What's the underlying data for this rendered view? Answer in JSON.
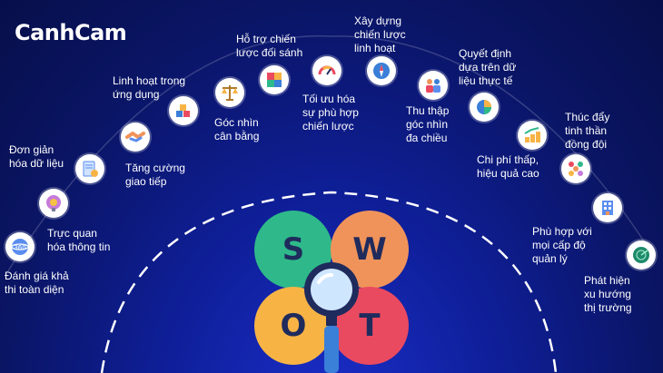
{
  "brand": {
    "logo": "CanhCam"
  },
  "swot": {
    "s": "S",
    "w": "W",
    "o": "O",
    "t": "T"
  },
  "colors": {
    "s": "#2fb98a",
    "w": "#f0935a",
    "o": "#f7b445",
    "t": "#ea4a5f",
    "magnifier_handle": "#3a7fd8"
  },
  "items": [
    {
      "icon": "globe-360-icon",
      "lines": [
        "Đánh giá khả",
        "thi toàn diện"
      ]
    },
    {
      "icon": "brain-idea-icon",
      "lines": [
        "Trực quan",
        "hóa thông tin"
      ]
    },
    {
      "icon": "document-check-icon",
      "lines": [
        "Đơn giản",
        "hóa dữ liệu"
      ]
    },
    {
      "icon": "handshake-icon",
      "lines": [
        "Tăng cường",
        "giao tiếp"
      ]
    },
    {
      "icon": "cubes-icon",
      "lines": [
        "Linh hoạt trong",
        "ứng dụng"
      ]
    },
    {
      "icon": "scale-icon",
      "lines": [
        "Góc nhìn",
        "cân bằng"
      ]
    },
    {
      "icon": "puzzle-icon",
      "lines": [
        "Hỗ trợ chiến",
        "lược đối sánh"
      ]
    },
    {
      "icon": "gauge-icon",
      "lines": [
        "Tối ưu hóa",
        "sự phù hợp",
        "chiến lược"
      ]
    },
    {
      "icon": "compass-icon",
      "lines": [
        "Xây dựng",
        "chiến lược",
        "linh hoạt"
      ]
    },
    {
      "icon": "team-icon",
      "lines": [
        "Thu thập",
        "góc nhìn",
        "đa chiều"
      ]
    },
    {
      "icon": "pie-chart-icon",
      "lines": [
        "Quyết định",
        "dựa trên dữ",
        "liệu thực tế"
      ]
    },
    {
      "icon": "growth-coins-icon",
      "lines": [
        "Chi phí thấp,",
        "hiệu quả cao"
      ]
    },
    {
      "icon": "hearts-circle-icon",
      "lines": [
        "Thúc đẩy",
        "tinh thần",
        "đồng đội"
      ]
    },
    {
      "icon": "building-icon",
      "lines": [
        "Phù hợp với",
        "mọi cấp độ",
        "quản lý"
      ]
    },
    {
      "icon": "radar-icon",
      "lines": [
        "Phát hiện",
        "xu hướng",
        "thị trường"
      ]
    }
  ]
}
